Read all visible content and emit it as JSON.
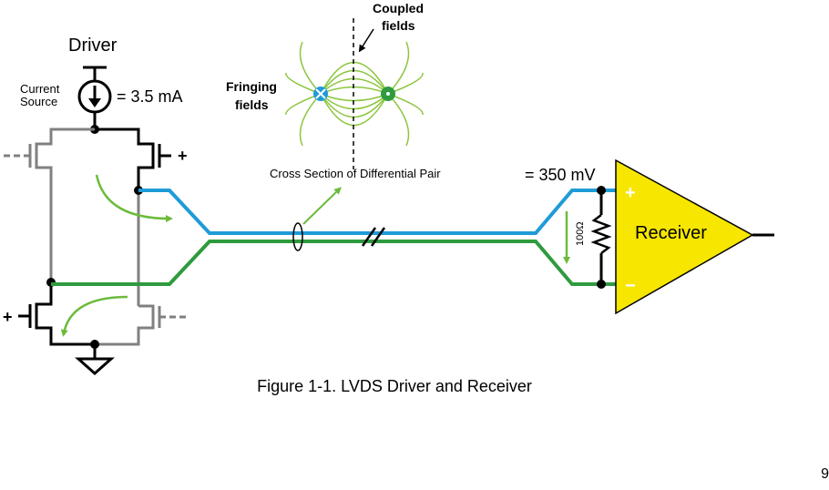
{
  "labels": {
    "driver": "Driver",
    "current_source_line1": "Current",
    "current_source_line2": "Source",
    "current_value": "= 3.5 mA",
    "fringing_line1": "Fringing",
    "fringing_line2": "fields",
    "coupled_line1": "Coupled",
    "coupled_line2": "fields",
    "cross_section": "Cross Section of Differential Pair",
    "voltage": "= 350 mV",
    "resistor": "100Ω",
    "receiver": "Receiver",
    "plus": "+",
    "minus": "−"
  },
  "caption": "Figure 1-1. LVDS Driver and Receiver",
  "page_number": "9",
  "colors": {
    "positive_line": "#1f9bd7",
    "negative_line": "#2e9b3e",
    "current_arrow": "#6cbb3c",
    "field_lines": "#8cc63f",
    "receiver_fill": "#f7e600",
    "inactive_transistor": "#808080",
    "wire": "#000000"
  }
}
